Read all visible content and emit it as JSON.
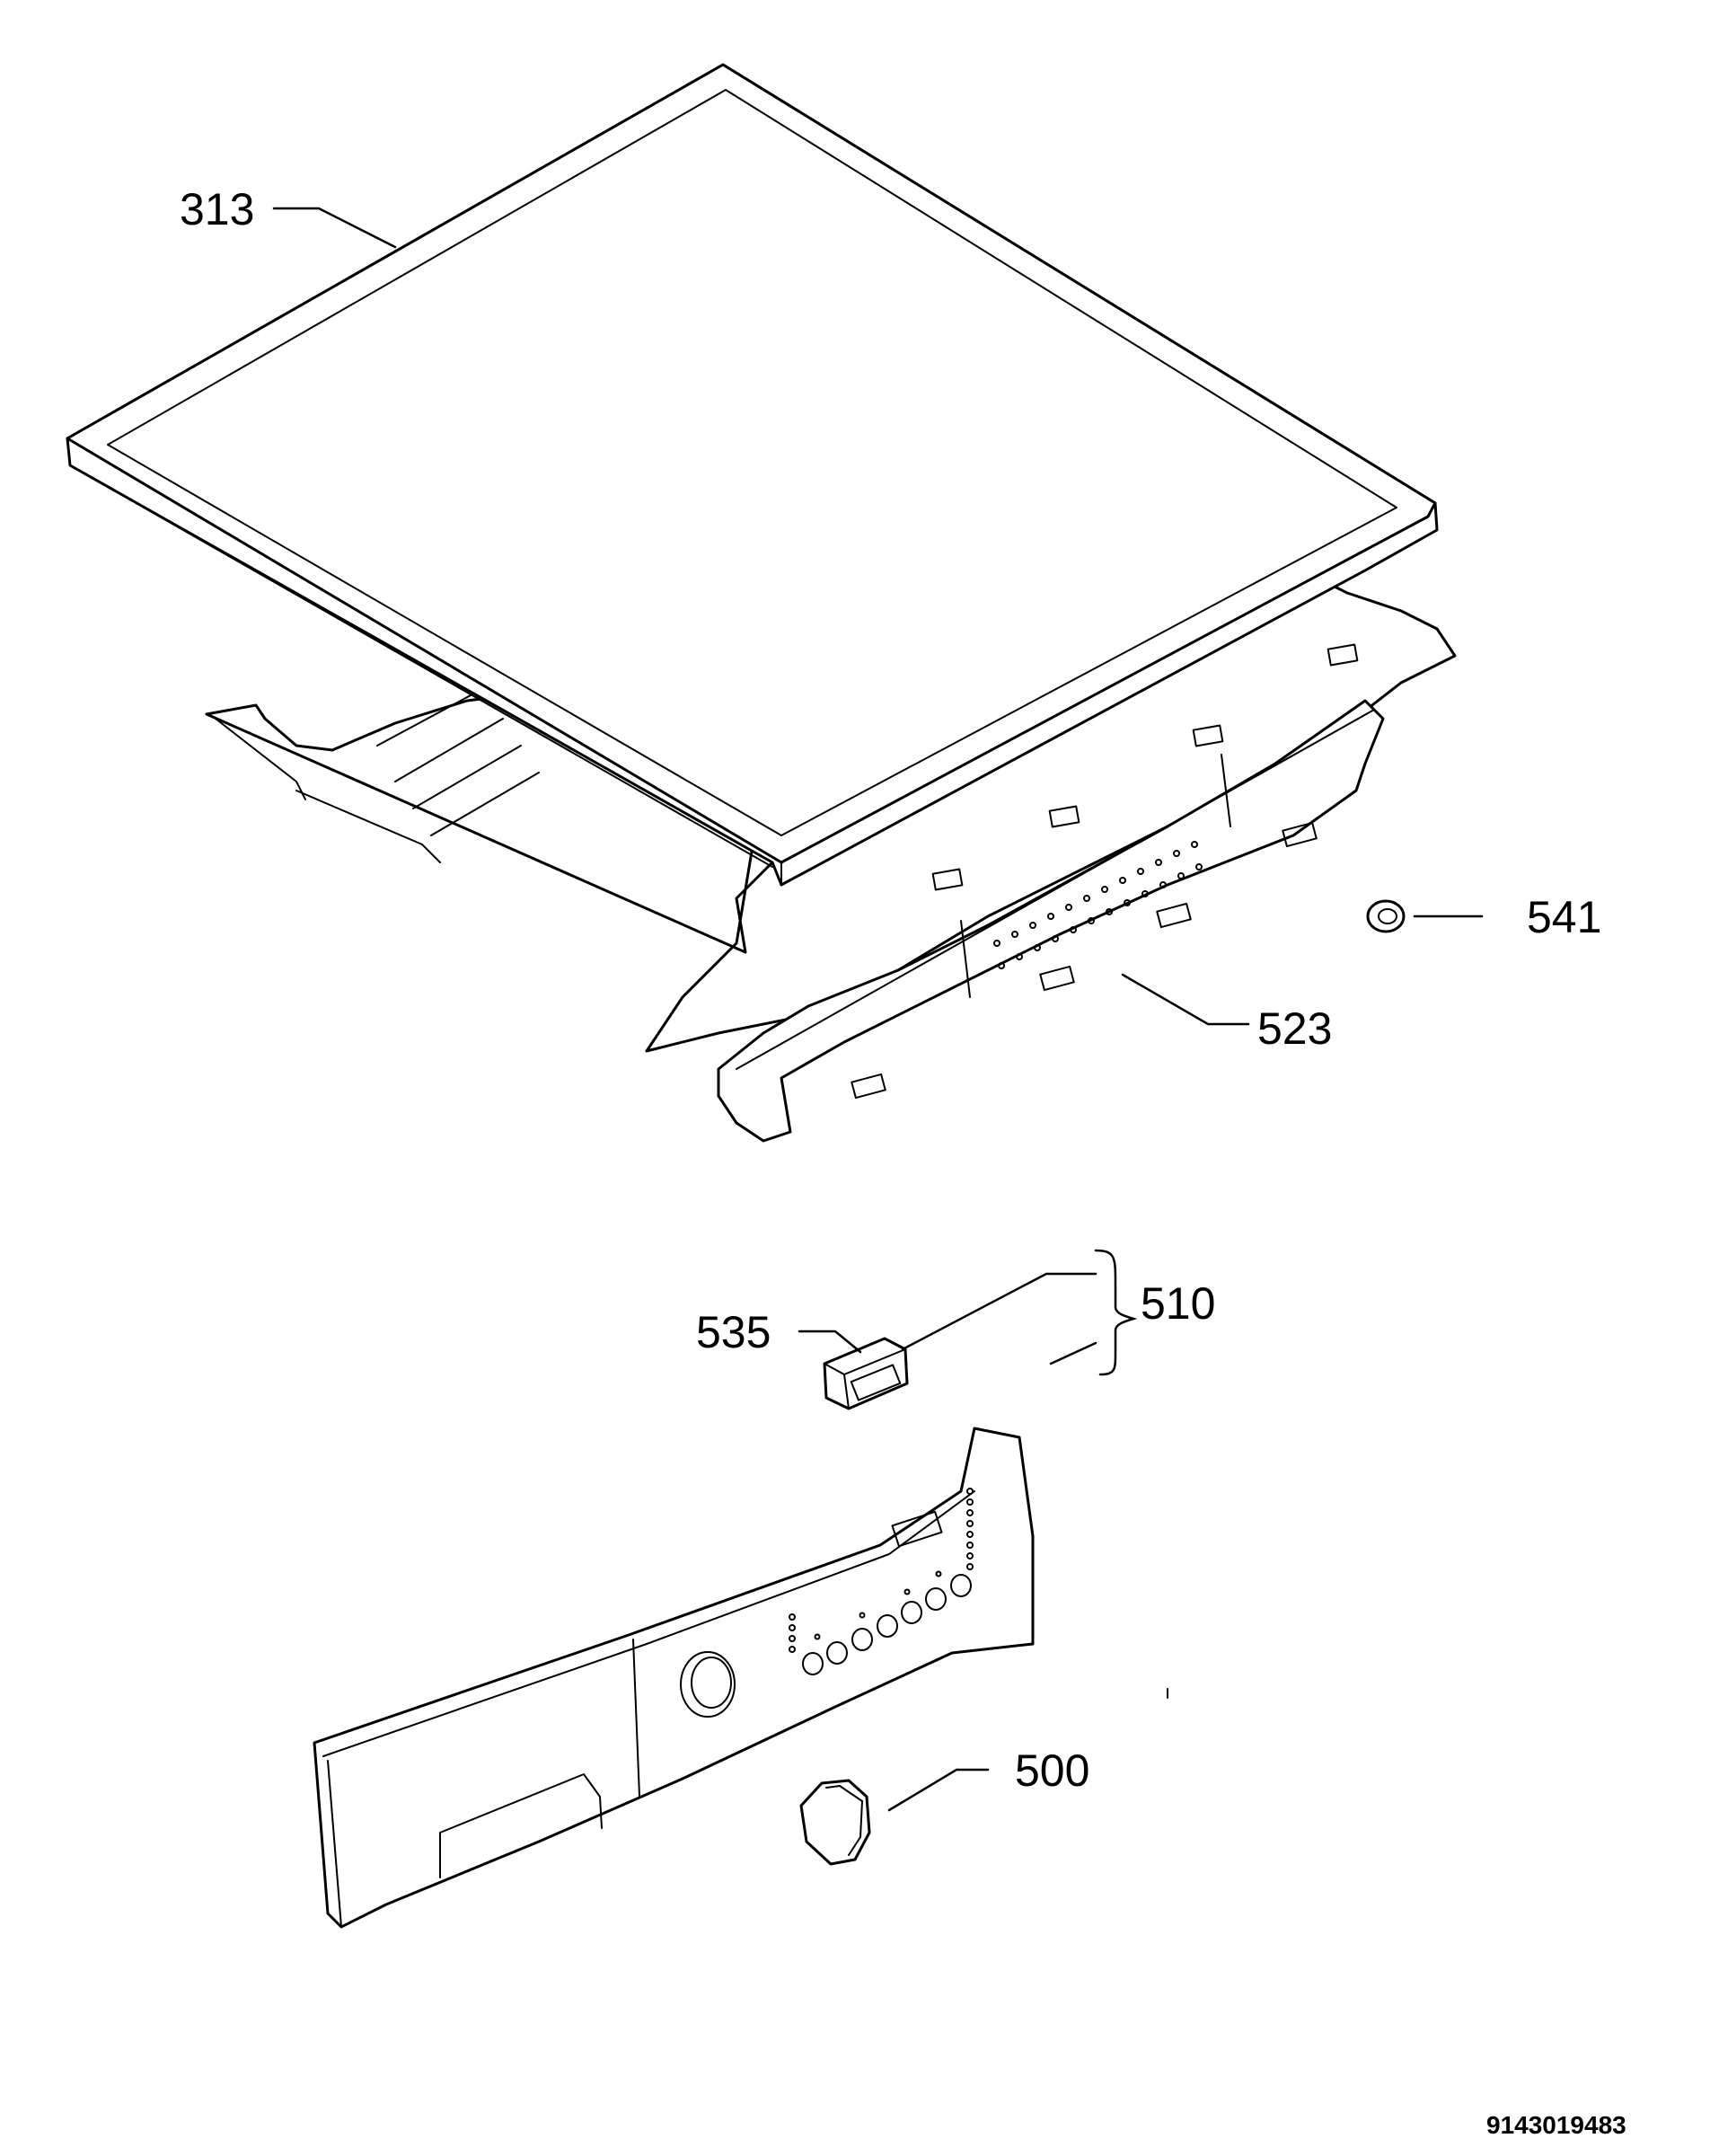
{
  "parts": [
    {
      "id": "313",
      "label": "313"
    },
    {
      "id": "523",
      "label": "523"
    },
    {
      "id": "541",
      "label": "541"
    },
    {
      "id": "535",
      "label": "535"
    },
    {
      "id": "510",
      "label": "510"
    },
    {
      "id": "500",
      "label": "500"
    }
  ],
  "document_number": "9143019483"
}
